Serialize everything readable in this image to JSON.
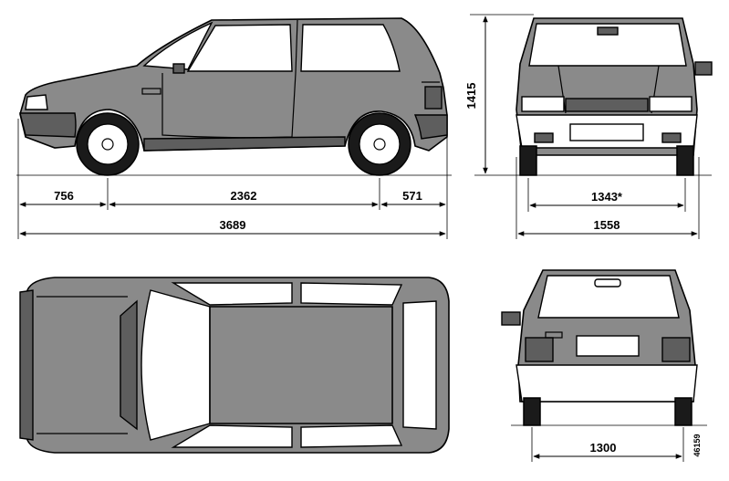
{
  "dimensions": {
    "front_overhang": "756",
    "wheelbase": "2362",
    "rear_overhang": "571",
    "overall_length": "3689",
    "height": "1415",
    "front_track": "1343*",
    "overall_width": "1558",
    "rear_track": "1300"
  },
  "drawing_number": "46159"
}
